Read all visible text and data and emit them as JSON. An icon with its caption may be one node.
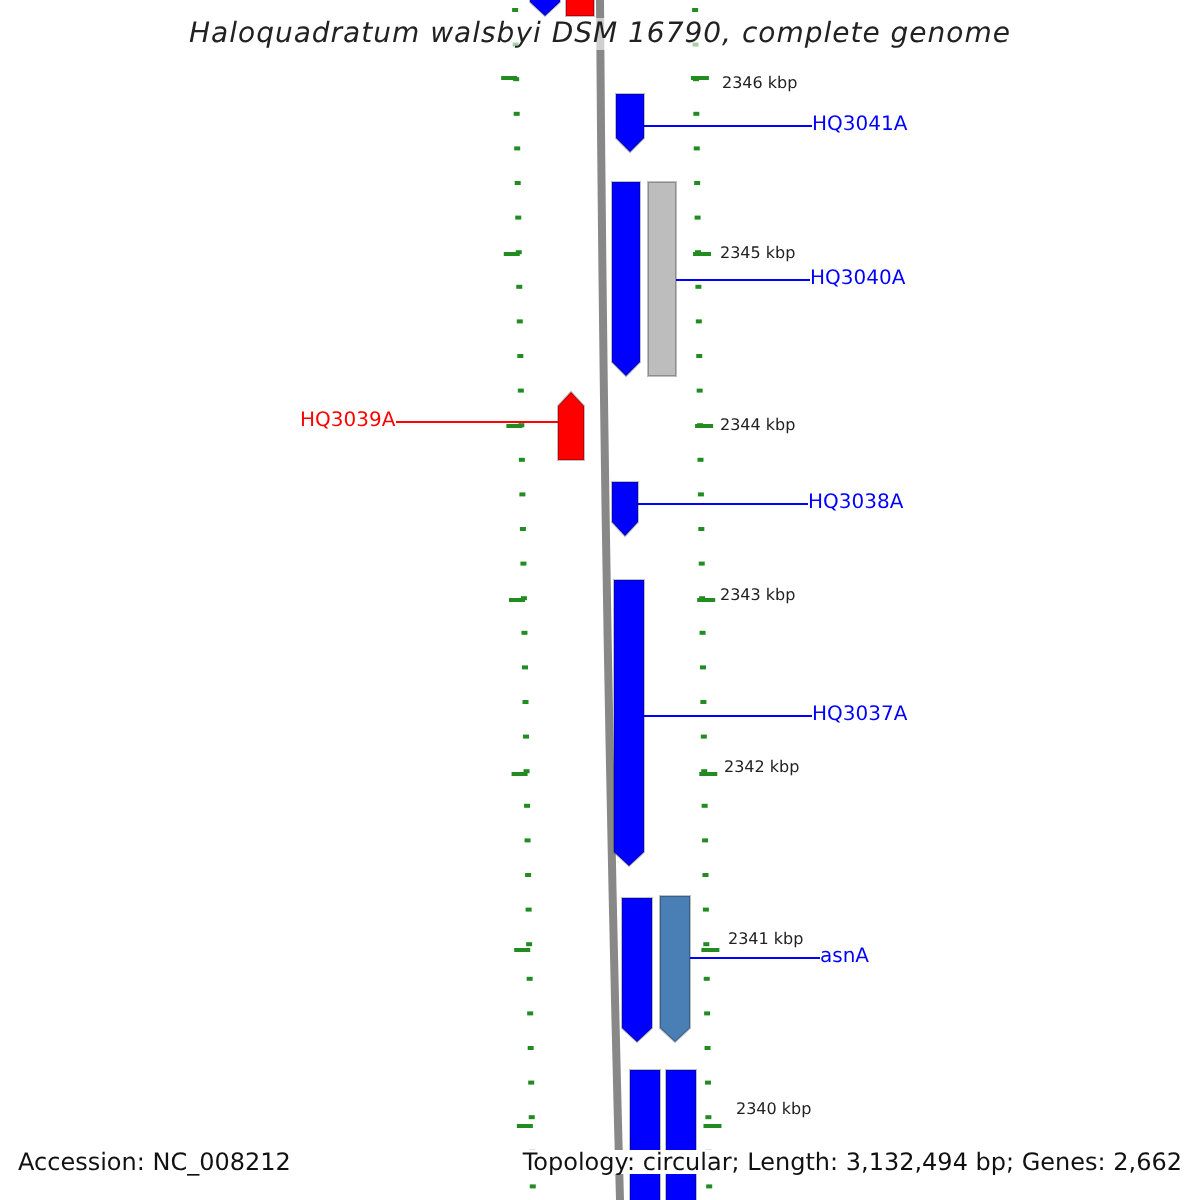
{
  "diagram": {
    "title": "Haloquadratum walsbyi DSM 16790, complete genome",
    "nodes": [
      {
        "text": [],
        "shape": "bar"
      },
      {
        "text": [],
        "shape": "bar"
      },
      {
        "text": [
          "HQ3041A"
        ]
      },
      {
        "text": [],
        "shape": "bar"
      },
      {
        "text": [
          "HQ3040A"
        ]
      },
      {
        "text": [],
        "shape": "bar"
      },
      {
        "text": [],
        "shape": "bar"
      },
      {
        "text": [
          "HQ3039A"
        ]
      },
      {
        "text": [],
        "shape": "bar"
      },
      {
        "text": [
          "HQ3038A"
        ]
      },
      {
        "text": [],
        "shape": "bar"
      },
      {
        "text": [
          "HQ3037A"
        ]
      },
      {
        "text": [],
        "shape": "bar"
      },
      {
        "text": [
          "asnA"
        ]
      },
      {
        "text": [],
        "shape": "bar"
      },
      {
        "text": [],
        "shape": "bar"
      },
      {
        "text": [],
        "shape": "bar"
      },
      {
        "text": [],
        "shape": "bar"
      }
    ],
    "edges": [
      {
        "from": 2,
        "to": 3,
        "arrow": "none"
      },
      {
        "from": 4,
        "to": 6,
        "arrow": "none"
      },
      {
        "from": 7,
        "to": 8,
        "arrow": "none",
        "color": "#ff0000"
      },
      {
        "from": 9,
        "to": 10,
        "arrow": "none"
      },
      {
        "from": 11,
        "to": 12,
        "arrow": "none"
      },
      {
        "from": 13,
        "to": 15,
        "arrow": "none"
      }
    ],
    "labels": [
      "2346 kbp",
      "2345 kbp",
      "2344 kbp",
      "2343 kbp",
      "2342 kbp",
      "2341 kbp",
      "2340 kbp",
      "Accession: NC_008212",
      "Topology: circular; Length: 3,132,494 bp; Genes: 2,662"
    ]
  }
}
